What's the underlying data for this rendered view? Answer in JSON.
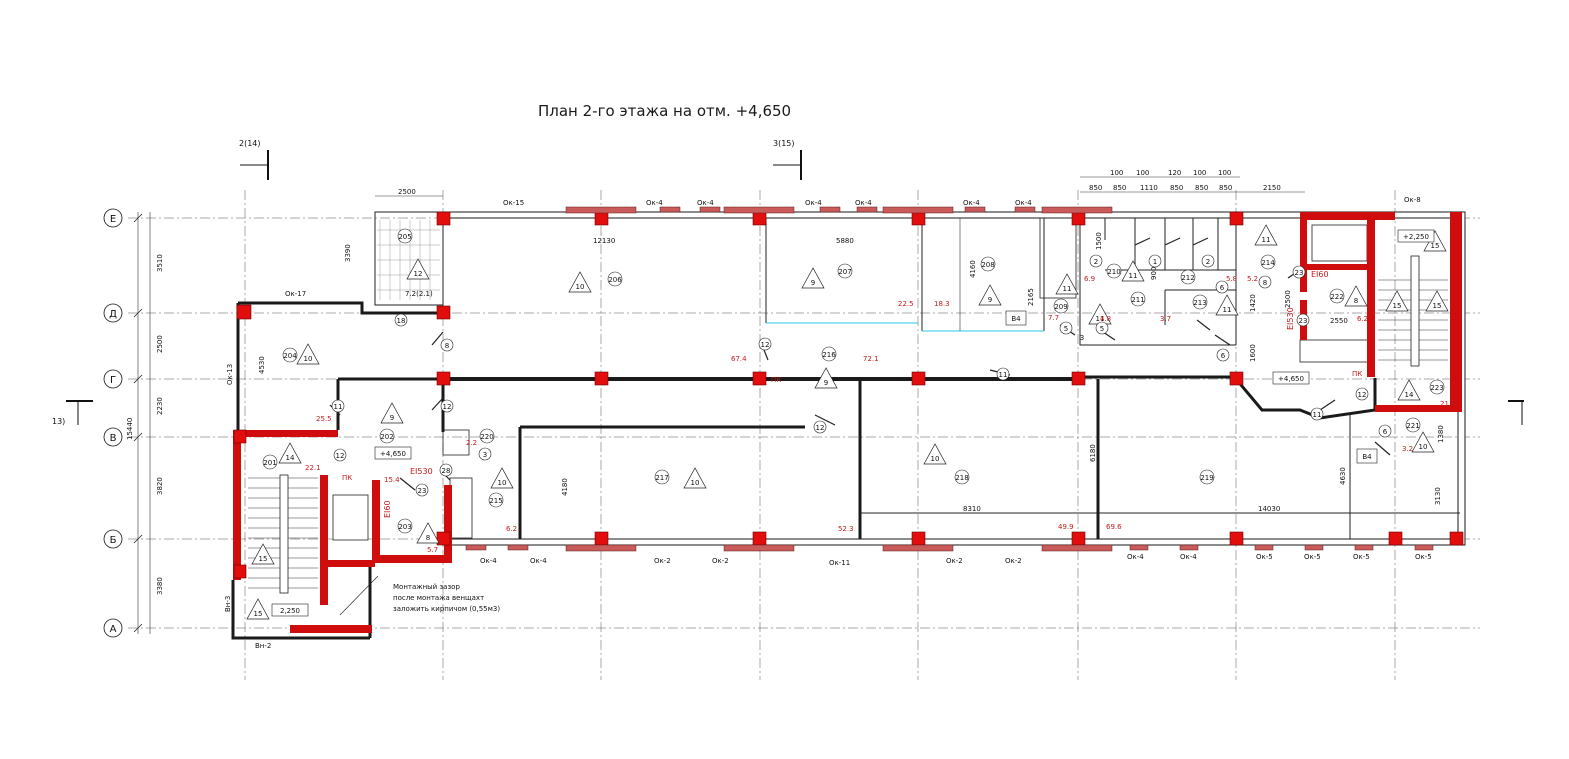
{
  "title": "План 2-го этажа на отм. +4,650",
  "section_marks": [
    "2(14)",
    "3(15)",
    "13)"
  ],
  "axes": [
    "Е",
    "Д",
    "Г",
    "В",
    "Б",
    "А"
  ],
  "axis_dims": [
    "3510",
    "2500",
    "2230",
    "3820",
    "3380"
  ],
  "total_dim": "15440",
  "top_dims": [
    "850",
    "850",
    "1110",
    "850",
    "850",
    "850",
    "2150"
  ],
  "top_dims_small": [
    "100",
    "100",
    "120",
    "100",
    "100"
  ],
  "windows_top": [
    "Ок-15",
    "Ок-4",
    "Ок-4",
    "Ок-4",
    "Ок-4",
    "Ок-4",
    "Ок-4",
    "Ок-8"
  ],
  "windows_bottom": [
    "Ок-4",
    "Ок-4",
    "Ок-2",
    "Ок-2",
    "Ок-11",
    "Ок-2",
    "Ок-2",
    "Ок-4",
    "Ок-4",
    "Ок-5",
    "Ок-5",
    "Ок-5",
    "Ок-5"
  ],
  "windows_side": [
    "Ок-17",
    "Ок-13"
  ],
  "vents": [
    "Вн-3",
    "Вн-2"
  ],
  "elevation_marks": [
    "+4,650",
    "+4,650",
    "+2,250",
    "2,250"
  ],
  "room_numbers": [
    "205",
    "206",
    "207",
    "208",
    "204",
    "202",
    "201",
    "203",
    "216",
    "217",
    "218",
    "219",
    "209",
    "210",
    "211",
    "212",
    "213",
    "214",
    "222",
    "223",
    "220",
    "215",
    "221"
  ],
  "room_dims": [
    "2500",
    "3390",
    "12130",
    "5880",
    "4160",
    "2165",
    "4530",
    "4180",
    "6180",
    "4630",
    "8310",
    "14030",
    "3130",
    "1380",
    "2550",
    "2500",
    "1420",
    "1600",
    "1500",
    "900"
  ],
  "areas": [
    "7.2(2.1)",
    "22.5",
    "18.3",
    "67.4",
    "72.1",
    "25.5",
    "22.1",
    "15.4",
    "5.7",
    "6.2",
    "52.3",
    "49.9",
    "69.6",
    "21.5",
    "3.2",
    "6.2",
    "5.8",
    "5.2",
    "4.8",
    "3.7",
    "6.9",
    "7.7",
    "2.2"
  ],
  "fire_marks": [
    "EI530",
    "EI60",
    "EI60",
    "EI530"
  ],
  "pk_labels": [
    "ПК",
    "ПК",
    "ПК"
  ],
  "b4_labels": [
    "В4",
    "В4"
  ],
  "note": [
    "Монтажный зазор",
    "после монтажа венщахт",
    "заложить кирпичом (0,55м3)"
  ],
  "triangles": [
    "12",
    "10",
    "9",
    "9",
    "10",
    "9",
    "14",
    "8",
    "10",
    "9",
    "10",
    "10",
    "11",
    "11",
    "11",
    "11",
    "11",
    "8",
    "15",
    "15",
    "14",
    "10",
    "15",
    "15",
    "15"
  ],
  "door_marks": [
    "18",
    "8",
    "11",
    "12",
    "12",
    "12",
    "12",
    "3",
    "23",
    "28",
    "11",
    "11",
    "12",
    "2",
    "3",
    "5",
    "5",
    "6",
    "6",
    "8",
    "23",
    "6",
    "1",
    "2",
    "23"
  ],
  "colors": {
    "firewall": "#e20d0d",
    "wall": "#1a1a1a",
    "annotation": "#c41a1a",
    "cyan": "#2ecae0"
  }
}
